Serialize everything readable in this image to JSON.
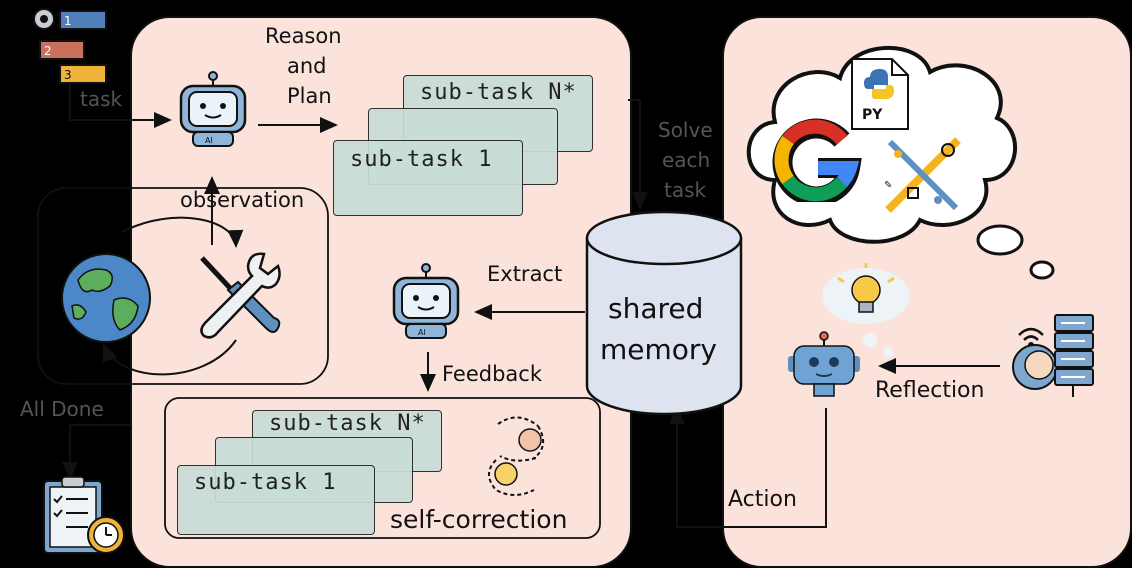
{
  "left_panel": {
    "task_label": "task",
    "reason_plan": [
      "Reason",
      "and",
      "Plan"
    ],
    "subtask_top": "sub-task N*",
    "subtask_bottom": "sub-task 1",
    "observation": "observation",
    "extract": "Extract",
    "feedback": "Feedback",
    "correction_subtask_top": "sub-task N*",
    "correction_subtask_bottom": "sub-task 1",
    "self_correction": "self-correction",
    "all_done": "All Done",
    "solve_each_task": [
      "Solve",
      "each",
      "task"
    ]
  },
  "memory": {
    "line1": "shared",
    "line2": "memory"
  },
  "right_panel": {
    "py_label": "PY",
    "reflection": "Reflection",
    "action": "Action"
  },
  "icons": {
    "robot_agent": "robot-icon",
    "robot_corrector": "robot-icon",
    "robot_reflector": "robot-icon",
    "globe": "globe-icon",
    "tools": "wrench-screwdriver-icon",
    "checklist": "clipboard-checklist-icon",
    "gear_list": "gear-list-icon",
    "python_file": "python-file-icon",
    "google": "google-icon",
    "design_tools": "design-tools-icon",
    "lightbulb": "lightbulb-icon",
    "server_user": "server-user-icon",
    "refresh_faces": "refresh-emotion-icon"
  },
  "colors": {
    "panel_fill": "#fbe3dc",
    "card_fill": "#c8ddd6",
    "memory_fill": "#dde4ef",
    "robot_blue": "#8fb6d8"
  }
}
